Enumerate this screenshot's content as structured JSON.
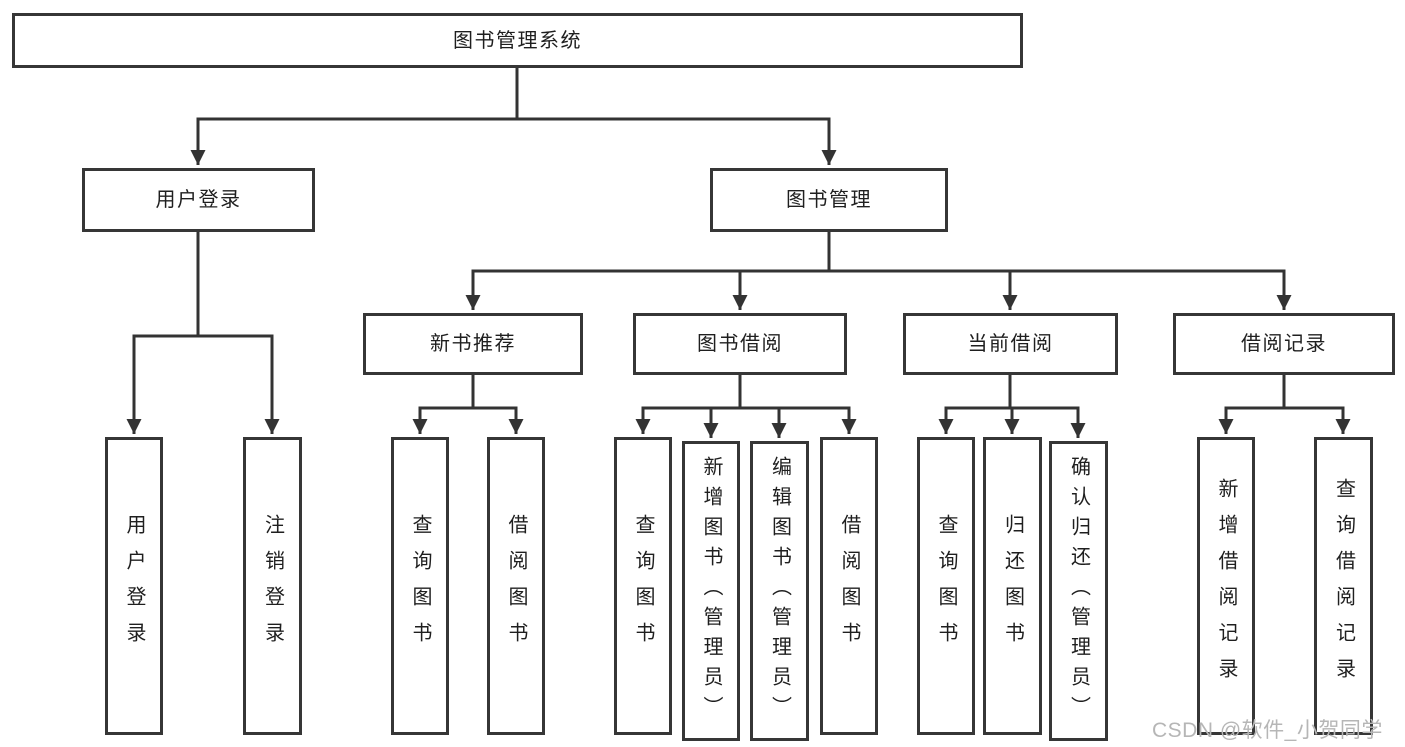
{
  "nodes": {
    "root": "图书管理系统",
    "user_login": "用户登录",
    "book_mgmt": "图书管理",
    "new_book_rec": "新书推荐",
    "book_borrow": "图书借阅",
    "current_borrow": "当前借阅",
    "borrow_record": "借阅记录",
    "ul_user_login": "用户登录",
    "ul_logout": "注销登录",
    "nbr_query_book": "查询图书",
    "nbr_borrow_book": "借阅图书",
    "bb_query_book": "查询图书",
    "bb_add_book": "新增图书（管理员）",
    "bb_edit_book": "编辑图书（管理员）",
    "bb_borrow_book": "借阅图书",
    "cb_query_book": "查询图书",
    "cb_return_book": "归还图书",
    "cb_confirm_return": "确认归还（管理员）",
    "br_add_record": "新增借阅记录",
    "br_query_record": "查询借阅记录"
  },
  "hierarchy": {
    "图书管理系统": {
      "用户登录": [
        "用户登录",
        "注销登录"
      ],
      "图书管理": {
        "新书推荐": [
          "查询图书",
          "借阅图书"
        ],
        "图书借阅": [
          "查询图书",
          "新增图书（管理员）",
          "编辑图书（管理员）",
          "借阅图书"
        ],
        "当前借阅": [
          "查询图书",
          "归还图书",
          "确认归还（管理员）"
        ],
        "借阅记录": [
          "新增借阅记录",
          "查询借阅记录"
        ]
      }
    }
  },
  "watermark": "CSDN @软件_小贺同学",
  "colors": {
    "line": "#333333",
    "text": "#1f1f1f",
    "box_background": "#ffffff",
    "watermark_text": "#b6b6b6"
  }
}
